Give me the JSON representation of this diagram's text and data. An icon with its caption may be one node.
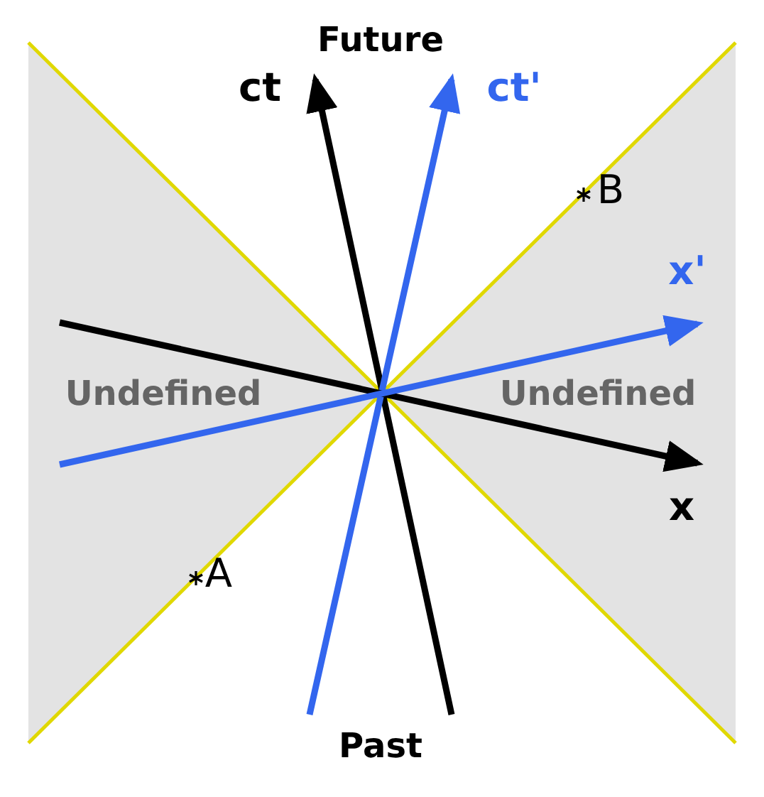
{
  "diagram": {
    "labels": [
      "Future",
      "ct",
      "ct'",
      "B",
      "x'",
      "Undefined",
      "Undefined",
      "x",
      "A",
      "Past"
    ]
  }
}
